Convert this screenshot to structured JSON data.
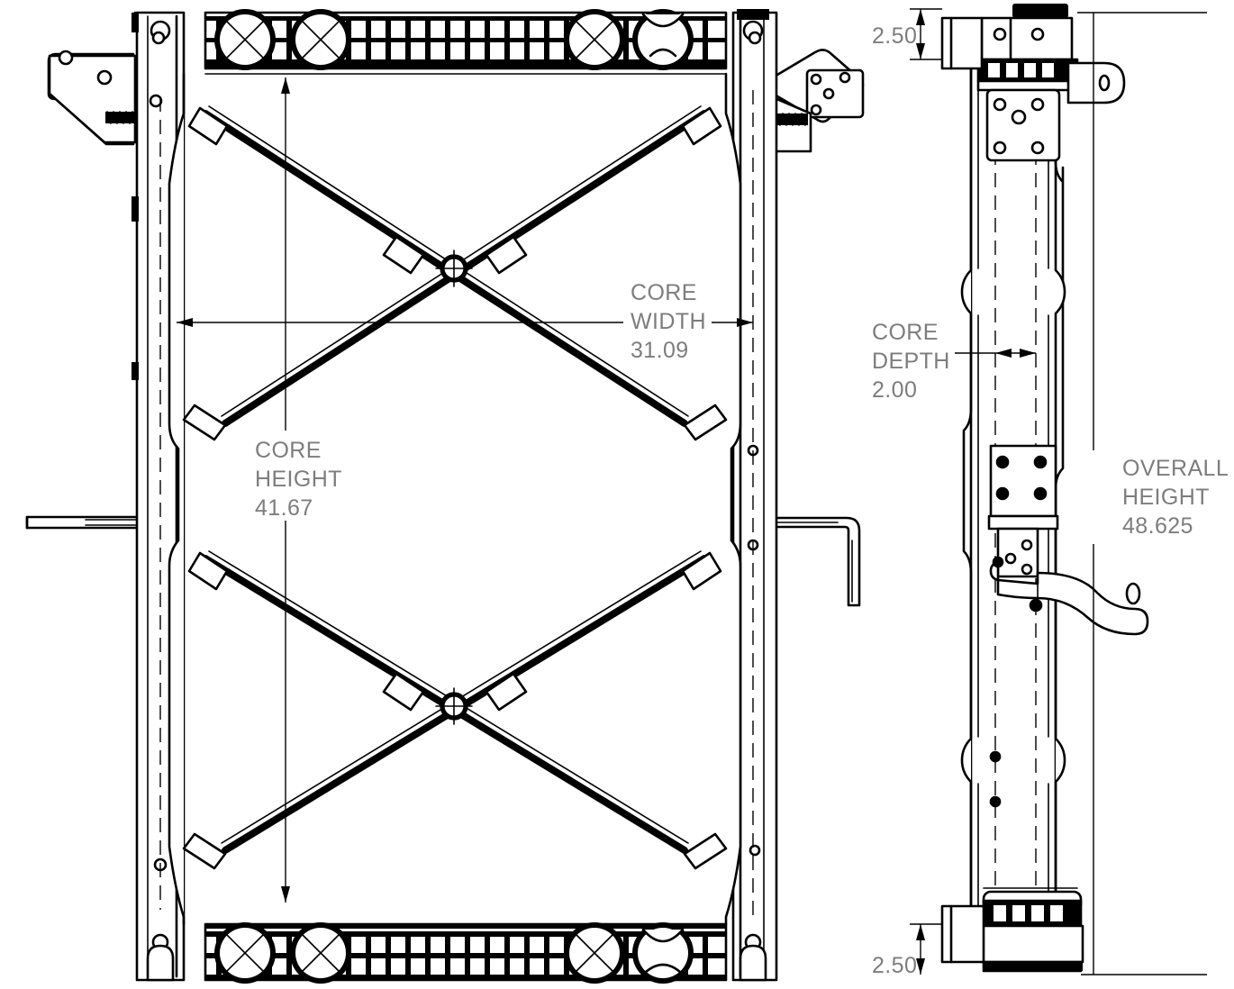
{
  "drawing": {
    "type": "engineering-drawing",
    "subject": "truck radiator assembly",
    "views": [
      {
        "name": "front-view",
        "position": "left"
      },
      {
        "name": "side-view",
        "position": "right"
      }
    ]
  },
  "dimensions": {
    "core_width": {
      "label_line1": "CORE",
      "label_line2": "WIDTH",
      "value": "31.09",
      "view": "front-view",
      "orientation": "horizontal"
    },
    "core_height": {
      "label_line1": "CORE",
      "label_line2": "HEIGHT",
      "value": "41.67",
      "view": "front-view",
      "orientation": "vertical"
    },
    "core_depth": {
      "label_line1": "CORE",
      "label_line2": "DEPTH",
      "value": "2.00",
      "view": "side-view",
      "orientation": "horizontal"
    },
    "overall_height": {
      "label_line1": "OVERALL",
      "label_line2": "HEIGHT",
      "value": "48.625",
      "view": "side-view",
      "orientation": "vertical"
    },
    "top_offset": {
      "value": "2.50",
      "view": "side-view",
      "orientation": "vertical"
    },
    "bottom_offset": {
      "value": "2.50",
      "view": "side-view",
      "orientation": "vertical"
    }
  },
  "colors": {
    "line": "#000000",
    "dimension_text": "#7d7d7d",
    "background": "#ffffff"
  }
}
